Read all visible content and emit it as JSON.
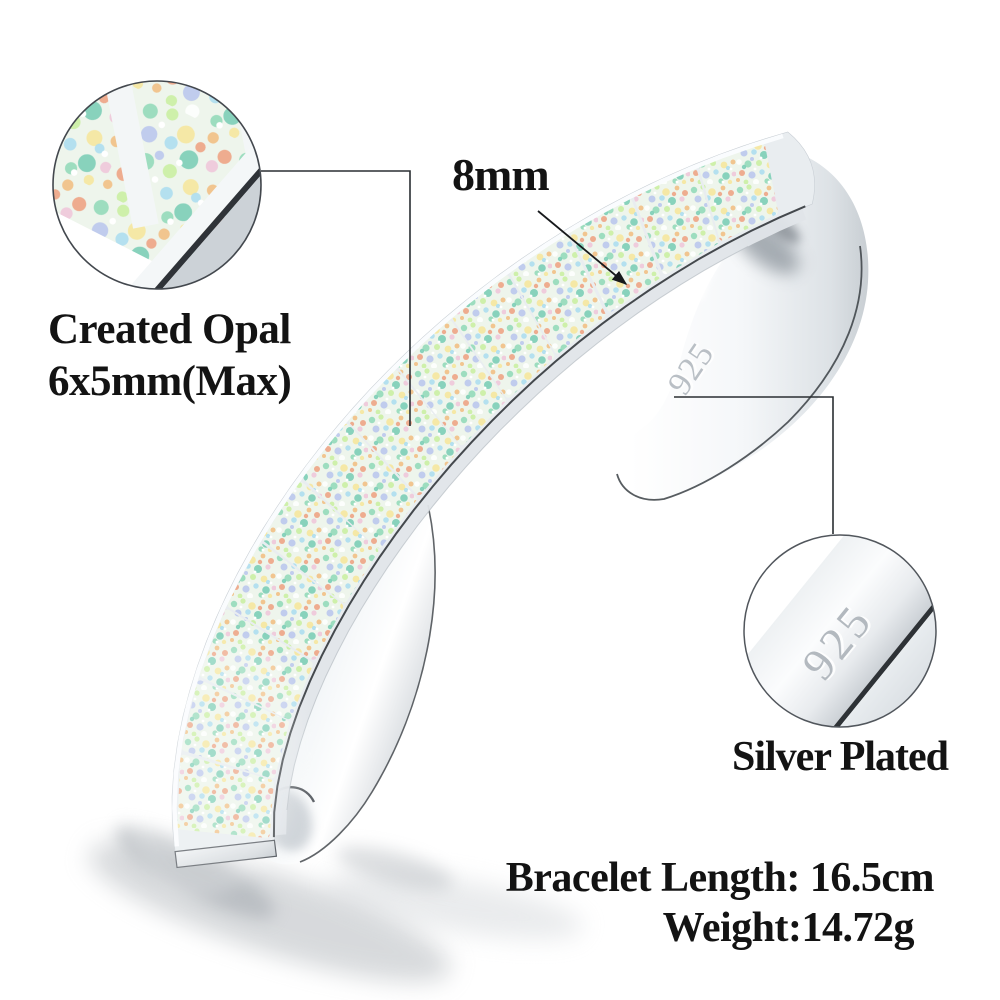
{
  "labels": {
    "band_width": "8mm",
    "opal_line1": "Created Opal",
    "opal_line2": "6x5mm(Max)",
    "plating": "Silver Plated",
    "length": "Bracelet Length: 16.5cm",
    "weight": "Weight:14.72g"
  },
  "engraving": {
    "stamp": "925"
  },
  "icons": {
    "width-arrow-icon": "thin diagonal line with solid arrowhead",
    "magnifier-opal-icon": "circular zoom callout of opal inlay",
    "magnifier-engraving-icon": "circular zoom callout of 925 stamp"
  },
  "colors": {
    "background": "#ffffff",
    "text": "#131313",
    "leader_line": "#2a2e32",
    "silver_light": "#f8fafb",
    "silver_mid": "#e8ecef",
    "silver_deep": "#c6ccd2",
    "edge_dark": "#33373c",
    "engraving_gray": "#bfc5cb",
    "opal_base": "#eef5ec",
    "opal_speckles": [
      "#8fd8b8",
      "#c9ef9f",
      "#f7e59a",
      "#f2bc7f",
      "#ef9f7f",
      "#b9c4ee",
      "#aadcf0",
      "#77ccb4",
      "#f0c4da",
      "#ffffff"
    ],
    "shadow": "#b4b9be"
  }
}
